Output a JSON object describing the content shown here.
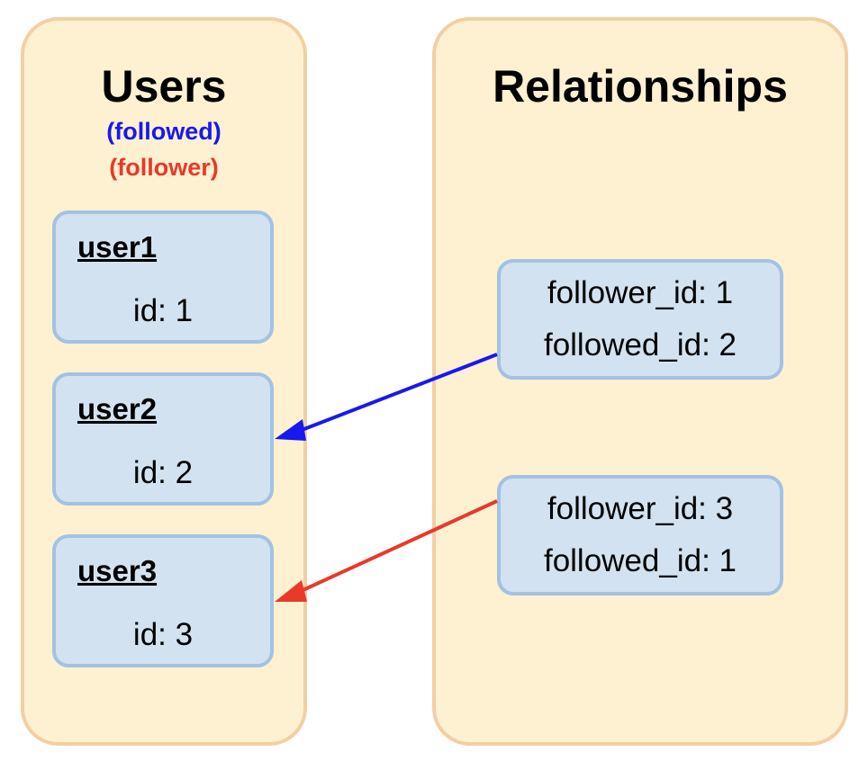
{
  "users_panel": {
    "title": "Users",
    "subtitle_followed": "(followed)",
    "subtitle_follower": "(follower)",
    "users": [
      {
        "name": "user1",
        "id": "id: 1"
      },
      {
        "name": "user2",
        "id": "id: 2"
      },
      {
        "name": "user3",
        "id": "id: 3"
      }
    ]
  },
  "relationships_panel": {
    "title": "Relationships",
    "relationships": [
      {
        "follower": "follower_id: 1",
        "followed": "followed_id: 2",
        "arrow_color": "#1818f0"
      },
      {
        "follower": "follower_id: 3",
        "followed": "followed_id: 1",
        "arrow_color": "#e8392a"
      }
    ]
  },
  "colors": {
    "panel_fill": "#fdf1d1",
    "panel_border": "#f2cfa3",
    "box_fill": "#d3e2f0",
    "box_border": "#a3c2e3",
    "followed": "#1818f0",
    "follower": "#e8392a"
  }
}
